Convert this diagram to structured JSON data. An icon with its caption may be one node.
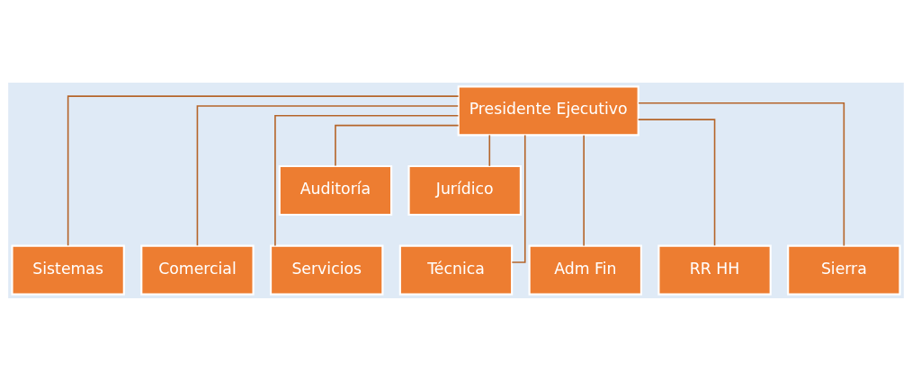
{
  "diagram": {
    "nodes": [
      {
        "text": [
          "Presidente Ejecutivo"
        ]
      },
      {
        "text": [
          "Auditoría"
        ]
      },
      {
        "text": [
          "Jurídico"
        ]
      },
      {
        "text": [
          "Sistemas"
        ]
      },
      {
        "text": [
          "Comercial"
        ]
      },
      {
        "text": [
          "Servicios"
        ]
      },
      {
        "text": [
          "Técnica"
        ]
      },
      {
        "text": [
          "Adm Fin"
        ]
      },
      {
        "text": [
          "RR HH"
        ]
      },
      {
        "text": [
          "Sierra"
        ]
      }
    ],
    "edges": [
      {
        "from": 0,
        "to": 1,
        "arrow": "none"
      },
      {
        "from": 0,
        "to": 2,
        "arrow": "none"
      },
      {
        "from": 0,
        "to": 3,
        "arrow": "none"
      },
      {
        "from": 0,
        "to": 4,
        "arrow": "none"
      },
      {
        "from": 0,
        "to": 5,
        "arrow": "none"
      },
      {
        "from": 0,
        "to": 6,
        "arrow": "none"
      },
      {
        "from": 0,
        "to": 7,
        "arrow": "none"
      },
      {
        "from": 0,
        "to": 8,
        "arrow": "none"
      },
      {
        "from": 0,
        "to": 9,
        "arrow": "none"
      }
    ]
  }
}
